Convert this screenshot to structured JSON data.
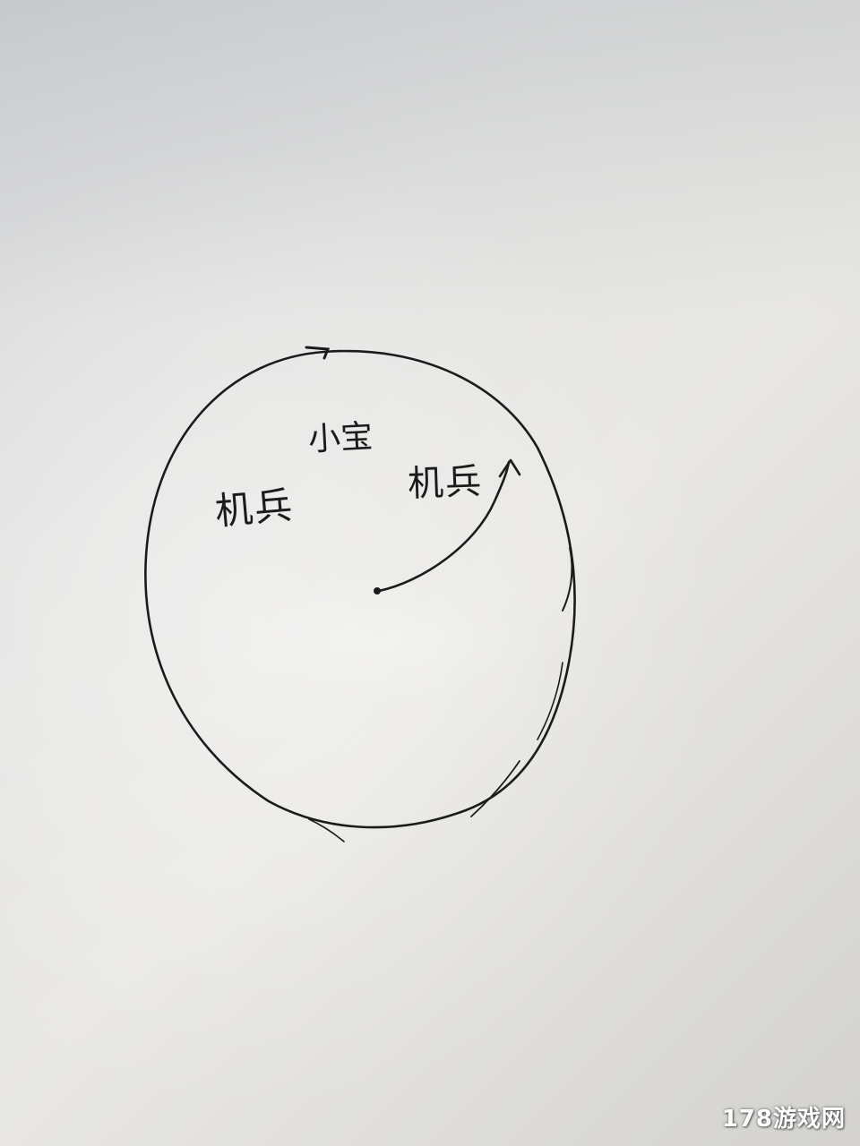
{
  "labels": {
    "left_unit": "机兵",
    "top_unit": "小宝",
    "right_unit": "机兵"
  },
  "watermark": "178游戏网",
  "colors": {
    "ink": "#1b1b1b",
    "paper": "#e4e4e2"
  }
}
